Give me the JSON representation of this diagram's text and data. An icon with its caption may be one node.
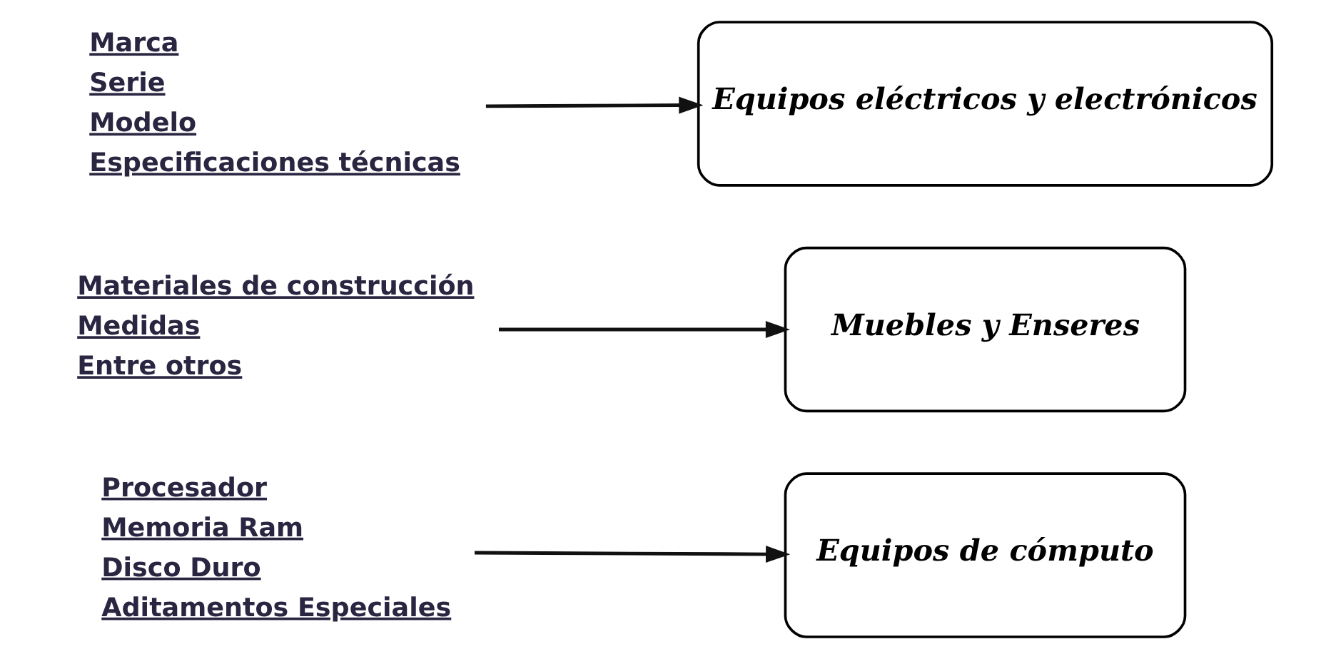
{
  "diagram": {
    "nodes": [
      {
        "text": [
          "Marca",
          "Serie",
          "Modelo",
          "Especificaciones técnicas"
        ]
      },
      {
        "text": [
          "Materiales de construcción",
          "Medidas",
          "Entre otros"
        ]
      },
      {
        "text": [
          "Procesador",
          "Memoria Ram",
          "Disco Duro",
          "Aditamentos Especiales"
        ]
      },
      {
        "text": [
          "Equipos eléctricos y electrónicos"
        ]
      },
      {
        "text": [
          "Muebles y Enseres"
        ]
      },
      {
        "text": [
          "Equipos de cómputo"
        ]
      }
    ],
    "edges": [
      {
        "from": 0,
        "to": 3,
        "arrow": "to"
      },
      {
        "from": 1,
        "to": 4,
        "arrow": "to"
      },
      {
        "from": 2,
        "to": 5,
        "arrow": "to"
      }
    ]
  }
}
